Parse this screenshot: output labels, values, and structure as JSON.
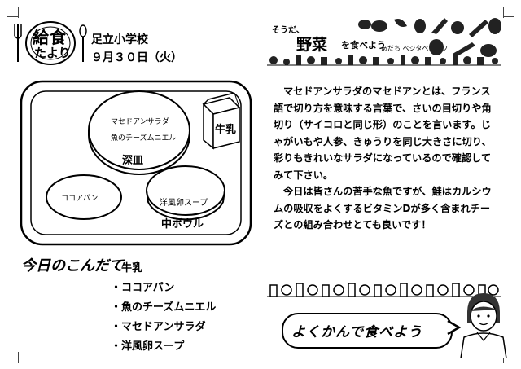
{
  "header": {
    "logo_line1": "給食",
    "logo_line2": "たより",
    "school": "足立小学校",
    "date": "９月３０日（火）"
  },
  "vegetable_banner": {
    "small": "そうだ、",
    "big": "野菜",
    "mid": "を食べよう",
    "sub": "あだち ベジタベライフ"
  },
  "tray": {
    "deep_plate_items": [
      "マセドアンサラダ",
      "魚のチーズムニエル"
    ],
    "deep_plate_label": "深皿",
    "bread_label": "ココアパン",
    "soup_label": "洋風卵スープ",
    "bowl_label": "中ボウル",
    "milk_label": "牛乳"
  },
  "menu": {
    "title": "今日のこんだて",
    "items": [
      "牛乳",
      "ココアパン",
      "魚のチーズムニエル",
      "マセドアンサラダ",
      "洋風卵スープ"
    ]
  },
  "article": {
    "paragraph1": "マセドアンサラダのマセドアンとは、フランス語で切り方を意味する言葉で、さいの目切りや角切り（サイコロと同じ形）のことを言います。じゃがいもや人参、きゅうりを同じ大きさに切り、彩りもきれいなサラダになっているので確認してみて下さい。",
    "paragraph2": "今日は皆さんの苦手な魚ですが、鮭はカルシウムの吸収をよくするビタミンDが多く含まれチーズとの組み合わせとても良いです！"
  },
  "slogan": "よくかんで食べよう"
}
